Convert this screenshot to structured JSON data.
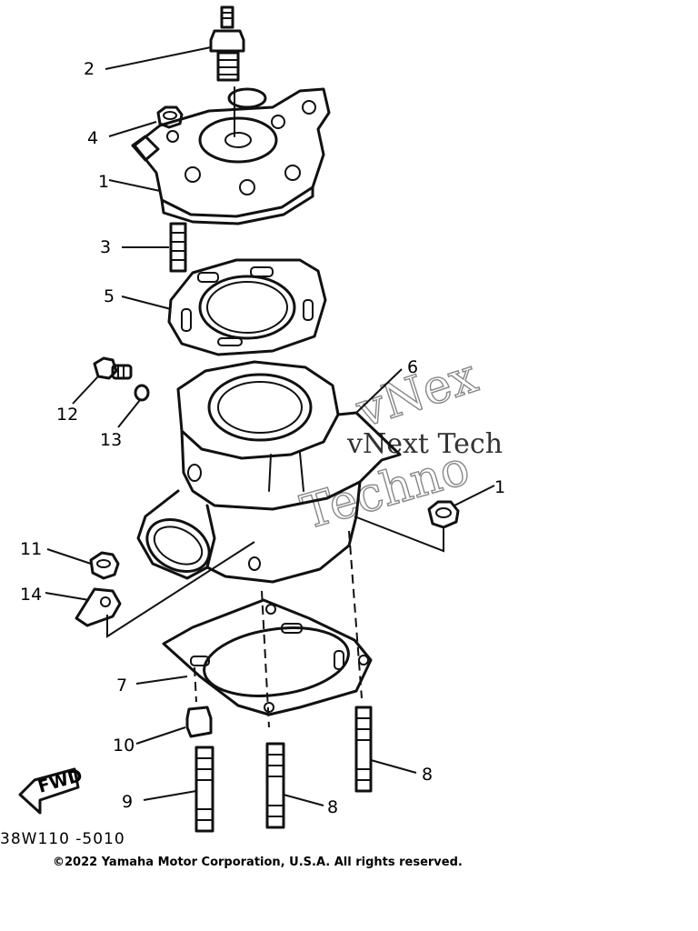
{
  "callouts": {
    "c1": "1",
    "c2": "2",
    "c3": "3",
    "c4": "4",
    "c5": "5",
    "c6": "6",
    "c7": "7",
    "c8a": "8",
    "c8b": "8",
    "c9": "9",
    "c10": "10",
    "c11": "11",
    "c11r": "1",
    "c12": "12",
    "c13": "13",
    "c14": "14"
  },
  "arrow_label": "FWD",
  "diagram_code": "38W110 -5010",
  "copyright": "©2022 Yamaha Motor Corporation, U.S.A. All rights reserved.",
  "watermark": {
    "line1": "vNex",
    "line2": "vNext Tech",
    "line3": "Techno"
  }
}
